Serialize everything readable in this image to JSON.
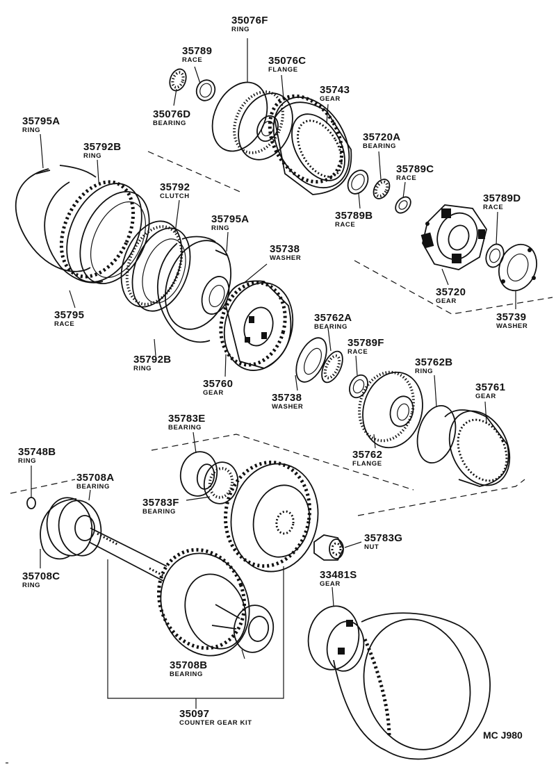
{
  "diagram_code": "MC J980",
  "labels": [
    {
      "id": "35076F",
      "number": "35076F",
      "name": "RING"
    },
    {
      "id": "35789",
      "number": "35789",
      "name": "RACE"
    },
    {
      "id": "35076C",
      "number": "35076C",
      "name": "FLANGE"
    },
    {
      "id": "35743",
      "number": "35743",
      "name": "GEAR"
    },
    {
      "id": "35076D",
      "number": "35076D",
      "name": "BEARING"
    },
    {
      "id": "35795A-top",
      "number": "35795A",
      "name": "RING"
    },
    {
      "id": "35720A",
      "number": "35720A",
      "name": "BEARING"
    },
    {
      "id": "35792B-top",
      "number": "35792B",
      "name": "RING"
    },
    {
      "id": "35789C",
      "number": "35789C",
      "name": "RACE"
    },
    {
      "id": "35792",
      "number": "35792",
      "name": "CLUTCH"
    },
    {
      "id": "35789D",
      "number": "35789D",
      "name": "RACE"
    },
    {
      "id": "35789B",
      "number": "35789B",
      "name": "RACE"
    },
    {
      "id": "35795A-mid",
      "number": "35795A",
      "name": "RING"
    },
    {
      "id": "35738-top",
      "number": "35738",
      "name": "WASHER"
    },
    {
      "id": "35720",
      "number": "35720",
      "name": "GEAR"
    },
    {
      "id": "35795",
      "number": "35795",
      "name": "RACE"
    },
    {
      "id": "35739",
      "number": "35739",
      "name": "WASHER"
    },
    {
      "id": "35762A",
      "number": "35762A",
      "name": "BEARING"
    },
    {
      "id": "35789F",
      "number": "35789F",
      "name": "RACE"
    },
    {
      "id": "35792B-bottom",
      "number": "35792B",
      "name": "RING"
    },
    {
      "id": "35762B",
      "number": "35762B",
      "name": "RING"
    },
    {
      "id": "35760",
      "number": "35760",
      "name": "GEAR"
    },
    {
      "id": "35761",
      "number": "35761",
      "name": "GEAR"
    },
    {
      "id": "35738-bottom",
      "number": "35738",
      "name": "WASHER"
    },
    {
      "id": "35783E",
      "number": "35783E",
      "name": "BEARING"
    },
    {
      "id": "35762",
      "number": "35762",
      "name": "FLANGE"
    },
    {
      "id": "35748B",
      "number": "35748B",
      "name": "RING"
    },
    {
      "id": "35708A",
      "number": "35708A",
      "name": "BEARING"
    },
    {
      "id": "35783F",
      "number": "35783F",
      "name": "BEARING"
    },
    {
      "id": "35783G",
      "number": "35783G",
      "name": "NUT"
    },
    {
      "id": "35708C",
      "number": "35708C",
      "name": "RING"
    },
    {
      "id": "33481S",
      "number": "33481S",
      "name": "GEAR"
    },
    {
      "id": "35708B",
      "number": "35708B",
      "name": "BEARING"
    },
    {
      "id": "35097",
      "number": "35097",
      "name": "COUNTER GEAR KIT"
    }
  ]
}
